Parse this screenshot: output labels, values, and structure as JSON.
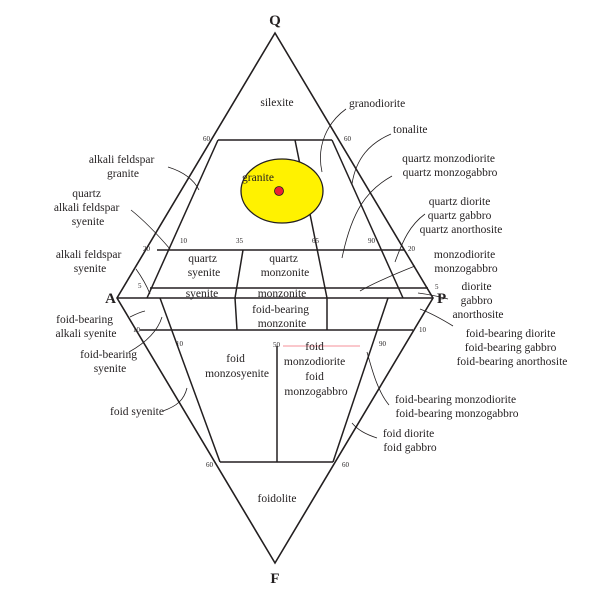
{
  "apices": {
    "q": "Q",
    "a": "A",
    "p": "P",
    "f": "F"
  },
  "ticks": {
    "t60_ul": "60",
    "t60_ur": "60",
    "t20_l": "20",
    "t10": "10",
    "t35": "35",
    "t65": "65",
    "t90": "90",
    "t20_r": "20",
    "t5_l": "5",
    "t5_r": "5",
    "t10_l": "10",
    "t10_r": "10",
    "b10": "10",
    "b50": "50",
    "b90": "90",
    "t60_ll": "60",
    "t60_lr": "60"
  },
  "fields": {
    "silexite": "silexite",
    "granite": "granite",
    "quartz_syenite": [
      "quartz",
      "syenite"
    ],
    "quartz_monzonite": [
      "quartz",
      "monzonite"
    ],
    "syenite": "syenite",
    "monzonite": "monzonite",
    "foid_bearing_monzonite": [
      "foid-bearing",
      "monzonite"
    ],
    "foid_monzosyenite": [
      "foid",
      "monzosyenite"
    ],
    "foid_monzodiorite_gabbro": [
      "foid",
      "monzodiorite",
      "foid",
      "monzogabbro"
    ],
    "foidolite": "foidolite"
  },
  "callouts": {
    "granodiorite": [
      "granodiorite"
    ],
    "tonalite": [
      "tonalite"
    ],
    "alkali_feldspar_granite": [
      "alkali feldspar",
      "granite"
    ],
    "quartz_monzodiorite": [
      "quartz monzodiorite",
      "quartz monzogabbro"
    ],
    "quartz_alkali_feldspar_syenite": [
      "quartz",
      "alkali feldspar",
      "syenite"
    ],
    "quartz_diorite": [
      "quartz diorite",
      "quartz gabbro",
      "quartz anorthosite"
    ],
    "alkali_feldspar_syenite": [
      "alkali feldspar",
      "syenite"
    ],
    "monzodiorite": [
      "monzodiorite",
      "monzogabbro"
    ],
    "diorite": [
      "diorite",
      "gabbro",
      "anorthosite"
    ],
    "foid_bearing_alkali_syenite": [
      "foid-bearing",
      "alkali syenite"
    ],
    "foid_bearing_diorite": [
      "foid-bearing diorite",
      "foid-bearing gabbro",
      "foid-bearing anorthosite"
    ],
    "foid_bearing_syenite": [
      "foid-bearing",
      "syenite"
    ],
    "foid_bearing_monzodiorite": [
      "foid-bearing monzodiorite",
      "foid-bearing monzogabbro"
    ],
    "foid_syenite": [
      "foid syenite"
    ],
    "foid_diorite": [
      "foid diorite",
      "foid gabbro"
    ]
  },
  "highlight": {
    "fill": "#fff200",
    "marker": "#ec2033"
  }
}
